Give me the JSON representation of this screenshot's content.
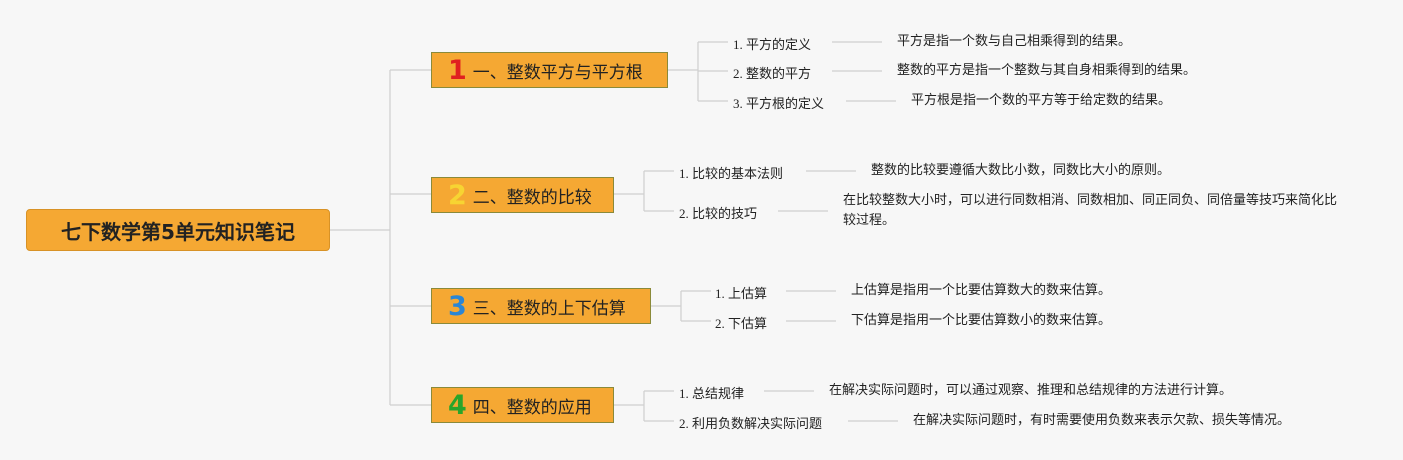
{
  "root": {
    "title": "七下数学第5单元知识笔记"
  },
  "branches": [
    {
      "number": "1",
      "number_color": "#e02020",
      "title": "一、整数平方与平方根",
      "items": [
        {
          "label": "1. 平方的定义",
          "desc": "平方是指一个数与自己相乘得到的结果。"
        },
        {
          "label": "2. 整数的平方",
          "desc": "整数的平方是指一个整数与其自身相乘得到的结果。"
        },
        {
          "label": "3. 平方根的定义",
          "desc": "平方根是指一个数的平方等于给定数的结果。"
        }
      ]
    },
    {
      "number": "2",
      "number_color": "#f7d432",
      "title": "二、整数的比较",
      "items": [
        {
          "label": "1. 比较的基本法则",
          "desc": "整数的比较要遵循大数比小数，同数比大小的原则。"
        },
        {
          "label": "2. 比较的技巧",
          "desc": "在比较整数大小时，可以进行同数相消、同数相加、同正同负、同倍量等技巧来简化比较过程。"
        }
      ]
    },
    {
      "number": "3",
      "number_color": "#2b86d4",
      "title": "三、整数的上下估算",
      "items": [
        {
          "label": "1. 上估算",
          "desc": "上估算是指用一个比要估算数大的数来估算。"
        },
        {
          "label": "2. 下估算",
          "desc": "下估算是指用一个比要估算数小的数来估算。"
        }
      ]
    },
    {
      "number": "4",
      "number_color": "#2aa52a",
      "title": "四、整数的应用",
      "items": [
        {
          "label": "1. 总结规律",
          "desc": "在解决实际问题时，可以通过观察、推理和总结规律的方法进行计算。"
        },
        {
          "label": "2. 利用负数解决实际问题",
          "desc": "在解决实际问题时，有时需要使用负数来表示欠款、损失等情况。"
        }
      ]
    }
  ]
}
